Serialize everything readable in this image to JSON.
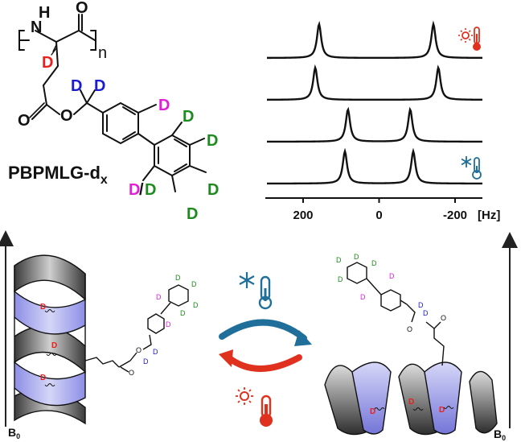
{
  "molecule": {
    "name": "PBPMLG-d",
    "name_subscript": "x",
    "atoms": {
      "nh": "H",
      "n": "N",
      "o_carbonyl": "O",
      "repeat": "n",
      "d_alpha": "D",
      "o_ester_dbl": "O",
      "o_ester": "O",
      "d_ch2_a": "D",
      "d_ch2_b": "D",
      "d_ring1": "D",
      "d_ring2_top": "D",
      "d_ring2_ur": "D",
      "d_ring2_lr": "D",
      "d_ring2_bottom": "D",
      "d_ortho_magenta": "D",
      "d_ortho_slash": "/",
      "d_ortho_green": "D"
    }
  },
  "spectrum": {
    "x_ticks": [
      "200",
      "0",
      "-200"
    ],
    "x_unit": "[Hz]",
    "traces_peak_positions_hz": [
      [
        158,
        -143
      ],
      [
        168,
        -156
      ],
      [
        82,
        -82
      ],
      [
        90,
        -90
      ]
    ],
    "hot_icon": "sun-thermometer-icon",
    "cold_icon": "snowflake-thermometer-icon"
  },
  "helix": {
    "field_label": "B",
    "field_subscript": "0",
    "d_label": "D"
  },
  "arrows": {
    "cooling_color": "#1f6f9a",
    "heating_color": "#e0301e"
  },
  "colors": {
    "alpha_d": "#e8211d",
    "ch2_d": "#1b1bd1",
    "ring1_d": "#e020d8",
    "ring2_d": "#1f8a1f"
  }
}
